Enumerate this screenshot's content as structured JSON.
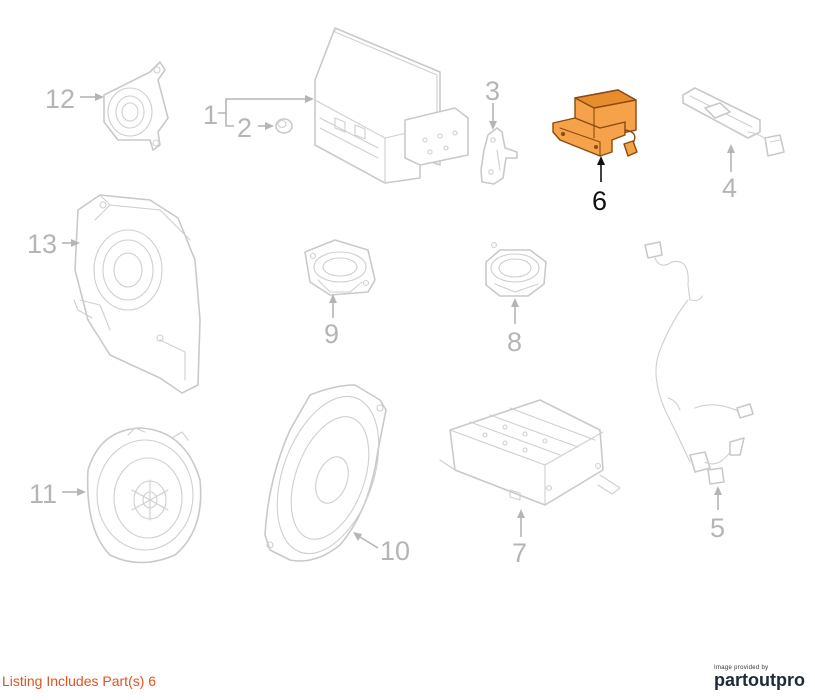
{
  "diagram": {
    "callouts": [
      {
        "id": "1",
        "label": "1",
        "highlighted": false
      },
      {
        "id": "2",
        "label": "2",
        "highlighted": false
      },
      {
        "id": "3",
        "label": "3",
        "highlighted": false
      },
      {
        "id": "4",
        "label": "4",
        "highlighted": false
      },
      {
        "id": "5",
        "label": "5",
        "highlighted": false
      },
      {
        "id": "6",
        "label": "6",
        "highlighted": true
      },
      {
        "id": "7",
        "label": "7",
        "highlighted": false
      },
      {
        "id": "8",
        "label": "8",
        "highlighted": false
      },
      {
        "id": "9",
        "label": "9",
        "highlighted": false
      },
      {
        "id": "10",
        "label": "10",
        "highlighted": false
      },
      {
        "id": "11",
        "label": "11",
        "highlighted": false
      },
      {
        "id": "12",
        "label": "12",
        "highlighted": false
      },
      {
        "id": "13",
        "label": "13",
        "highlighted": false
      }
    ],
    "highlight_color": "#f5a24a",
    "line_color": "#c9c9c9",
    "label_color": "#b5b5b5",
    "highlight_label_color": "#111111"
  },
  "footer": {
    "listing_text": "Listing Includes Part(s) 6",
    "credit_small": "Image provided by",
    "credit_brand": "partoutpro",
    "listing_color": "#e0531f"
  }
}
